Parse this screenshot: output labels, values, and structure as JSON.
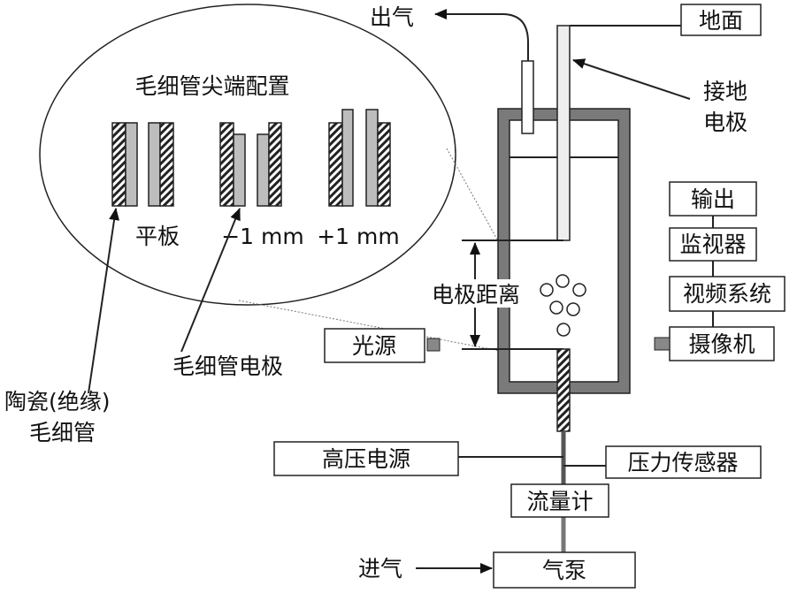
{
  "labels": {
    "exhaust": "出气",
    "ground": "地面",
    "ground_electrode_1": "接地",
    "ground_electrode_2": "电极",
    "output": "输出",
    "monitor": "监视器",
    "video_system": "视频系统",
    "camera": "摄像机",
    "light_source": "光源",
    "electrode_distance": "电极距离",
    "tip_config_title": "毛细管尖端配置",
    "config_flat": "平板",
    "config_minus": "−1 mm",
    "config_plus": "+1 mm",
    "capillary_electrode": "毛细管电极",
    "ceramic_1": "陶瓷(绝缘)",
    "ceramic_2": "毛细管",
    "hv_supply": "高压电源",
    "pressure_sensor": "压力传感器",
    "flowmeter": "流量计",
    "gas_inlet": "进气",
    "gas_pump": "气泵"
  },
  "colors": {
    "vessel_wall": "#7a7a7a",
    "capillary_gray": "#bdbdbd"
  }
}
